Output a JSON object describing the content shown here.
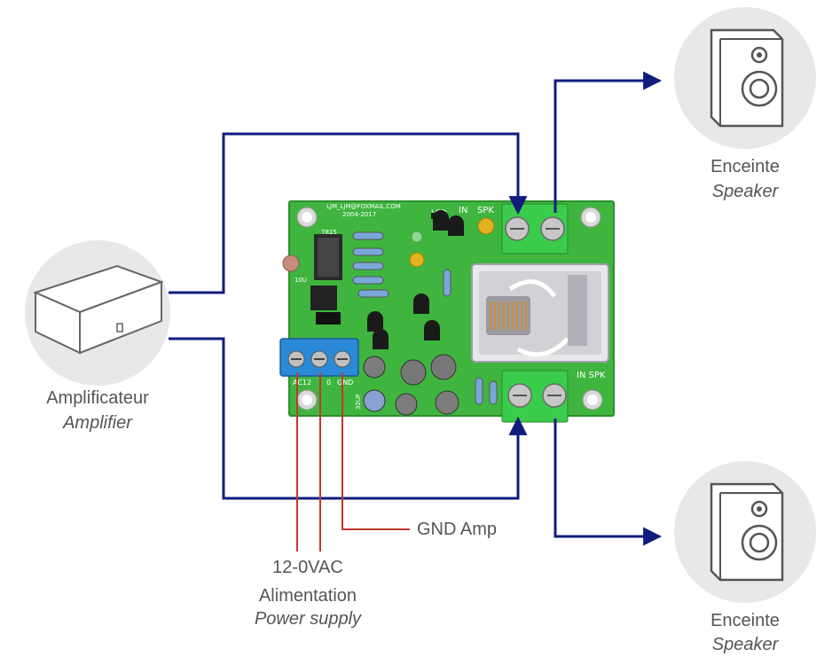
{
  "labels": {
    "amplifier_fr": "Amplificateur",
    "amplifier_en": "Amplifier",
    "speaker_top_fr": "Enceinte",
    "speaker_top_en": "Speaker",
    "speaker_bottom_fr": "Enceinte",
    "speaker_bottom_en": "Speaker",
    "gnd_amp": "GND Amp",
    "supply_voltage": "12-0VAC",
    "supply_fr": "Alimentation",
    "supply_en": "Power supply"
  },
  "board": {
    "email": "LJM_LJM@FOXMAIL.COM",
    "years": "2004-2017",
    "led": "LED",
    "in_top": "IN",
    "spk_top": "SPK",
    "in_spk_bottom": "IN SPK",
    "reg": "7815",
    "cap_label": "10U",
    "terminal_pins": [
      "AC12",
      "0",
      "GND"
    ],
    "cap_small": "32UF"
  },
  "colors": {
    "wire_blue": "#0f1c7c",
    "wire_red": "#c0392b",
    "pcb": "#3fb53f",
    "icon_bg": "#e8e8e8",
    "label_text": "#555555"
  }
}
